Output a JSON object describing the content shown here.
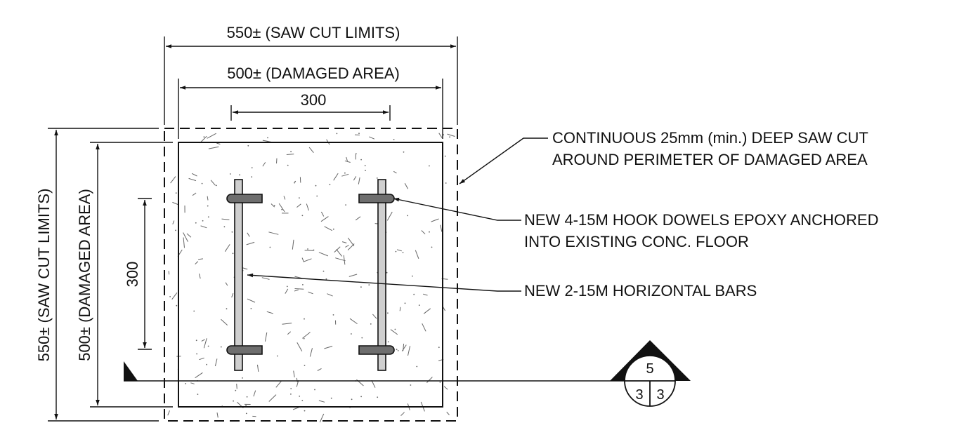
{
  "dimensions": {
    "top_saw_cut": "550± (SAW CUT LIMITS)",
    "top_damaged": "500± (DAMAGED AREA)",
    "top_spacing": "300",
    "side_saw_cut": "550± (SAW CUT LIMITS)",
    "side_damaged": "500± (DAMAGED AREA)",
    "side_spacing": "300"
  },
  "notes": {
    "saw_cut_line1": "CONTINUOUS 25mm (min.) DEEP SAW CUT",
    "saw_cut_line2": "AROUND PERIMETER OF DAMAGED AREA",
    "dowels_line1": "NEW 4-15M HOOK DOWELS EPOXY ANCHORED",
    "dowels_line2": "INTO EXISTING CONC. FLOOR",
    "bars": "NEW 2-15M HORIZONTAL BARS"
  },
  "section_tag": {
    "detail": "5",
    "sheet_left": "3",
    "sheet_right": "3"
  },
  "colors": {
    "line": "#111111",
    "bar_fill": "#cfcfcf",
    "dowel_fill": "#6e6e6e",
    "background": "#ffffff"
  }
}
